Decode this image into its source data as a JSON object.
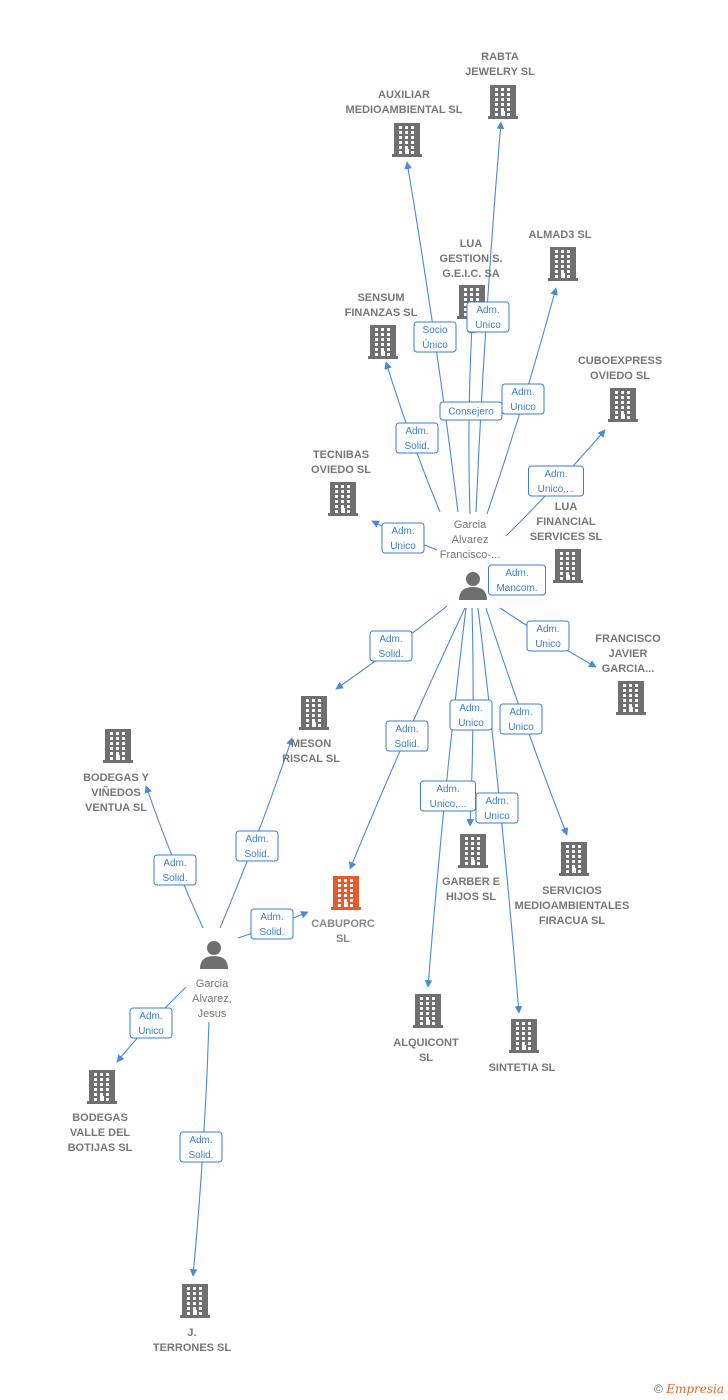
{
  "companies": [
    {
      "id": "rabta",
      "lines": [
        "RABTA",
        "JEWELRY  SL"
      ]
    },
    {
      "id": "auxiliar",
      "lines": [
        "AUXILIAR",
        "MEDIOAMBIENTAL SL"
      ]
    },
    {
      "id": "lua_gestion",
      "lines": [
        "LUA",
        "GESTION S.",
        "G.E.I.C. SA"
      ]
    },
    {
      "id": "almad3",
      "lines": [
        "ALMAD3  SL"
      ]
    },
    {
      "id": "sensum",
      "lines": [
        "SENSUM",
        "FINANZAS  SL"
      ]
    },
    {
      "id": "cuboexpress",
      "lines": [
        "CUBOEXPRESS",
        "OVIEDO  SL"
      ]
    },
    {
      "id": "tecnibas",
      "lines": [
        "TECNIBAS",
        "OVIEDO SL"
      ]
    },
    {
      "id": "lua_financial",
      "lines": [
        "LUA",
        "FINANCIAL",
        "SERVICES  SL"
      ]
    },
    {
      "id": "francisco",
      "lines": [
        "FRANCISCO",
        "JAVIER",
        "GARCIA..."
      ]
    },
    {
      "id": "meson",
      "lines": [
        "MESON",
        "RISCAL SL"
      ]
    },
    {
      "id": "bodegas_ventua",
      "lines": [
        "BODEGAS Y",
        "VIÑEDOS",
        "VENTUA  SL"
      ]
    },
    {
      "id": "cabuporc",
      "lines": [
        "CABUPORC",
        "SL"
      ],
      "highlight": true
    },
    {
      "id": "garber",
      "lines": [
        "GARBER E",
        "HIJOS SL"
      ]
    },
    {
      "id": "servicios",
      "lines": [
        "SERVICIOS",
        "MEDIOAMBIENTALES",
        "FIRACUA  SL"
      ]
    },
    {
      "id": "alquicont",
      "lines": [
        "ALQUICONT",
        "SL"
      ]
    },
    {
      "id": "sintetia",
      "lines": [
        "SINTETIA SL"
      ]
    },
    {
      "id": "bodegas_valle",
      "lines": [
        "BODEGAS",
        "VALLE DEL",
        "BOTIJAS  SL"
      ]
    },
    {
      "id": "terrones",
      "lines": [
        "J.",
        "TERRONES  SL"
      ]
    }
  ],
  "persons": [
    {
      "id": "francisco_person",
      "lines": [
        "Garcia",
        "Alvarez",
        "Francisco-..."
      ]
    },
    {
      "id": "jesus_person",
      "lines": [
        "Garcia",
        "Alvarez,",
        "Jesus"
      ]
    }
  ],
  "edges": [
    {
      "from": "francisco_person",
      "to": "rabta",
      "label": [
        "Adm.",
        "Unico"
      ]
    },
    {
      "from": "francisco_person",
      "to": "auxiliar",
      "label": [
        "Socio",
        "Único"
      ]
    },
    {
      "from": "francisco_person",
      "to": "lua_gestion",
      "label": [
        "Consejero"
      ]
    },
    {
      "from": "francisco_person",
      "to": "almad3",
      "label": [
        "Adm.",
        "Unico"
      ]
    },
    {
      "from": "francisco_person",
      "to": "sensum",
      "label": [
        "Adm.",
        "Solid."
      ]
    },
    {
      "from": "francisco_person",
      "to": "cuboexpress",
      "label": [
        "Adm.",
        "Unico,..."
      ]
    },
    {
      "from": "francisco_person",
      "to": "tecnibas",
      "label": [
        "Adm.",
        "Unico"
      ]
    },
    {
      "from": "francisco_person",
      "to": "lua_financial",
      "label": [
        "Adm.",
        "Mancom."
      ]
    },
    {
      "from": "francisco_person",
      "to": "francisco",
      "label": [
        "Adm.",
        "Unico"
      ]
    },
    {
      "from": "francisco_person",
      "to": "meson",
      "label": [
        "Adm.",
        "Solid."
      ]
    },
    {
      "from": "francisco_person",
      "to": "cabuporc",
      "label": [
        "Adm.",
        "Solid."
      ]
    },
    {
      "from": "francisco_person",
      "to": "garber",
      "label": [
        "Adm.",
        "Unico"
      ]
    },
    {
      "from": "francisco_person",
      "to": "alquicont",
      "label": [
        "Adm.",
        "Unico,..."
      ]
    },
    {
      "from": "francisco_person",
      "to": "sintetia",
      "label": [
        "Adm.",
        "Unico"
      ]
    },
    {
      "from": "francisco_person",
      "to": "servicios",
      "label": [
        "Adm.",
        "Unico"
      ]
    },
    {
      "from": "jesus_person",
      "to": "meson",
      "label": [
        "Adm.",
        "Solid."
      ]
    },
    {
      "from": "jesus_person",
      "to": "bodegas_ventua",
      "label": [
        "Adm.",
        "Solid."
      ]
    },
    {
      "from": "jesus_person",
      "to": "cabuporc",
      "label": [
        "Adm.",
        "Solid."
      ]
    },
    {
      "from": "jesus_person",
      "to": "bodegas_valle",
      "label": [
        "Adm.",
        "Unico"
      ]
    },
    {
      "from": "jesus_person",
      "to": "terrones",
      "label": [
        "Adm.",
        "Solid."
      ]
    }
  ],
  "colors": {
    "edge": "#4a8ad8",
    "edge_label": "#3a7fd0",
    "building": "#6f6f6f",
    "building_highlight": "#e8592b",
    "person": "#6f6f6f",
    "text": "#777777"
  },
  "footer": {
    "copyright": "©",
    "brand": "Empresia"
  }
}
